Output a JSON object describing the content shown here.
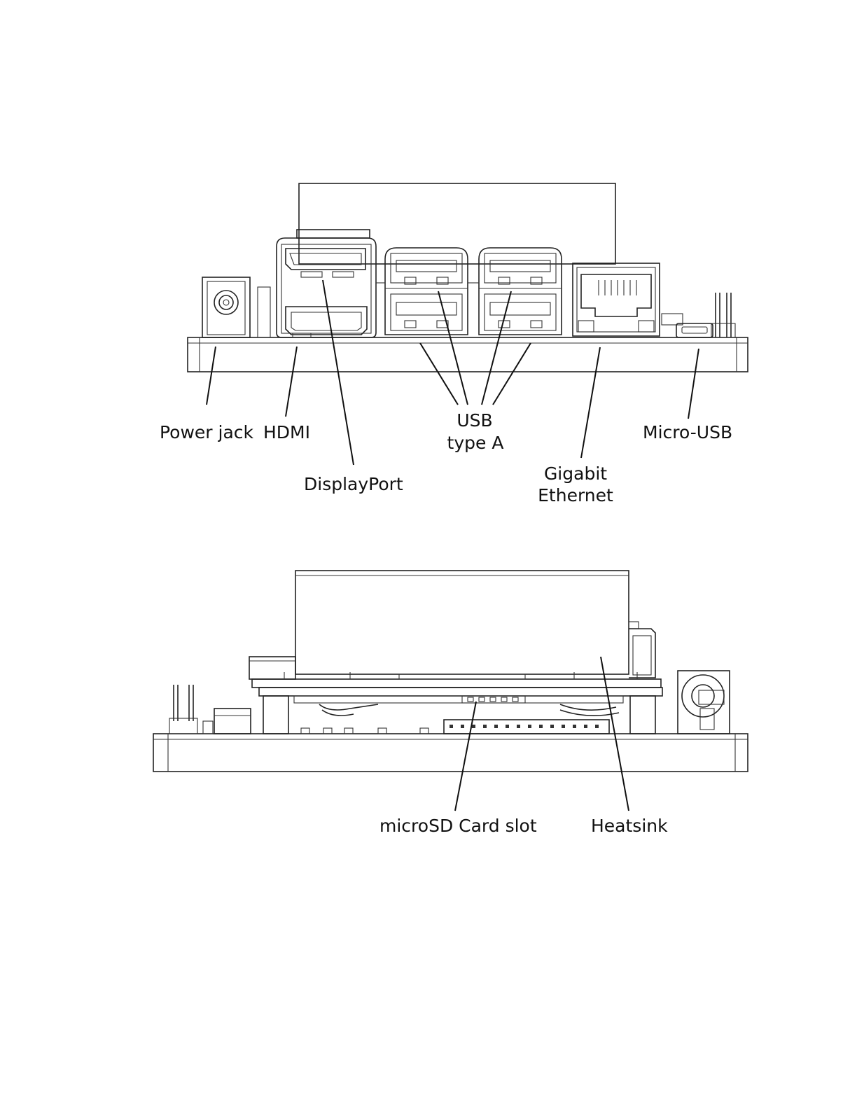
{
  "labels": {
    "power_jack": "Power jack",
    "hdmi": "HDMI",
    "displayport": "DisplayPort",
    "usb_line1": "USB",
    "usb_line2": "type A",
    "gigabit_line1": "Gigabit",
    "gigabit_line2": "Ethernet",
    "micro_usb": "Micro-USB",
    "microsd": "microSD Card slot",
    "heatsink": "Heatsink"
  }
}
